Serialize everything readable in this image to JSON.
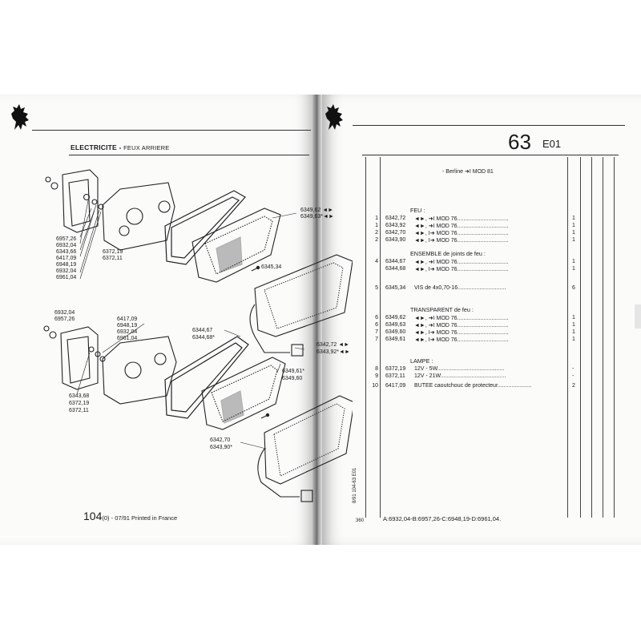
{
  "left_page": {
    "title": "ELECTRICITE",
    "title_sep": "-",
    "subtitle": "FEUX ARRIERE",
    "footer_page": "104",
    "footer_rest": "(0) - 07/91 Printed in France",
    "callouts": {
      "top_left": [
        "6957,26",
        "6932,04",
        "6343,66",
        "6417,09",
        "6948,19",
        "6932,04",
        "6961,04"
      ],
      "top_mid": [
        "6372,19",
        "6372,11"
      ],
      "top_right": [
        "6349,62 ◄►",
        "6349,63*◄►"
      ],
      "screw": "6345,34",
      "mid_right": [
        "6342,72 ◄►",
        "6343,92*◄►"
      ],
      "lower_left_top": [
        "6932,04",
        "6957,26"
      ],
      "lower_left_mid": [
        "6417,09",
        "6948,19",
        "6932,04",
        "6961,04"
      ],
      "lower_mid": [
        "6344,67",
        "6344,68*"
      ],
      "lower_right": [
        "6349,61*",
        "6349,60"
      ],
      "lower_left_bottom": [
        "6343,68",
        "6372,19",
        "6372,11"
      ],
      "bottom": [
        "6342,70",
        "6343,90*"
      ]
    }
  },
  "right_page": {
    "page_number": "63",
    "section_code": "E01",
    "model_line": "- Berline ➜I MOD 81",
    "groups": [
      {
        "heading": "FEU :",
        "rows": [
          {
            "idx": "1",
            "ref": "6342,72",
            "desc": "◄►, ➜I MOD 76.................................",
            "qty": "1"
          },
          {
            "idx": "1",
            "ref": "6343,92",
            "desc": "◄►, ➜I MOD 76.................................",
            "qty": "1"
          },
          {
            "idx": "2",
            "ref": "6342,70",
            "desc": "◄►, I➜ MOD 76.................................",
            "qty": "1"
          },
          {
            "idx": "2",
            "ref": "6343,90",
            "desc": "◄►, I➜ MOD 76.................................",
            "qty": "1"
          }
        ]
      },
      {
        "heading": "ENSEMBLE de joints de feu :",
        "rows": [
          {
            "idx": "4",
            "ref": "6344,67",
            "desc": "◄►, ➜I MOD 76.................................",
            "qty": "1"
          },
          {
            "idx": "",
            "ref": "6344,68",
            "desc": "◄►, I➜ MOD 76.................................",
            "qty": "1"
          }
        ]
      },
      {
        "heading": "",
        "rows": [
          {
            "idx": "5",
            "ref": "6345,34",
            "desc": "VIS de 4x0,70-16...............................",
            "qty": "6"
          }
        ]
      },
      {
        "heading": "TRANSPARENT de feu :",
        "rows": [
          {
            "idx": "6",
            "ref": "6349,62",
            "desc": "◄►, ➜I MOD 76.................................",
            "qty": "1"
          },
          {
            "idx": "6",
            "ref": "6349,63",
            "desc": "◄►, ➜I MOD 76.................................",
            "qty": "1"
          },
          {
            "idx": "7",
            "ref": "6349,60",
            "desc": "◄►, I➜ MOD 76.................................",
            "qty": "1"
          },
          {
            "idx": "7",
            "ref": "6349,61",
            "desc": "◄►, I➜ MOD 76.................................",
            "qty": "1"
          }
        ]
      },
      {
        "heading": "LAMPE :",
        "rows": [
          {
            "idx": "8",
            "ref": "6372,19",
            "desc": "12V - 5W...........................................",
            "qty": "-"
          },
          {
            "idx": "9",
            "ref": "6372,11",
            "desc": "12V - 21W..........................................",
            "qty": "-"
          }
        ]
      },
      {
        "heading": "",
        "rows": [
          {
            "idx": "10",
            "ref": "6417,09",
            "desc": "BUTEE caoutchouc de protecteur......................",
            "qty": "2"
          }
        ]
      }
    ],
    "footer_page": "360",
    "footer_note": "A:6932,04-B:6957,26-C:6948,19-D:6961,04.",
    "side_code": "8/91 104-63 E01"
  }
}
